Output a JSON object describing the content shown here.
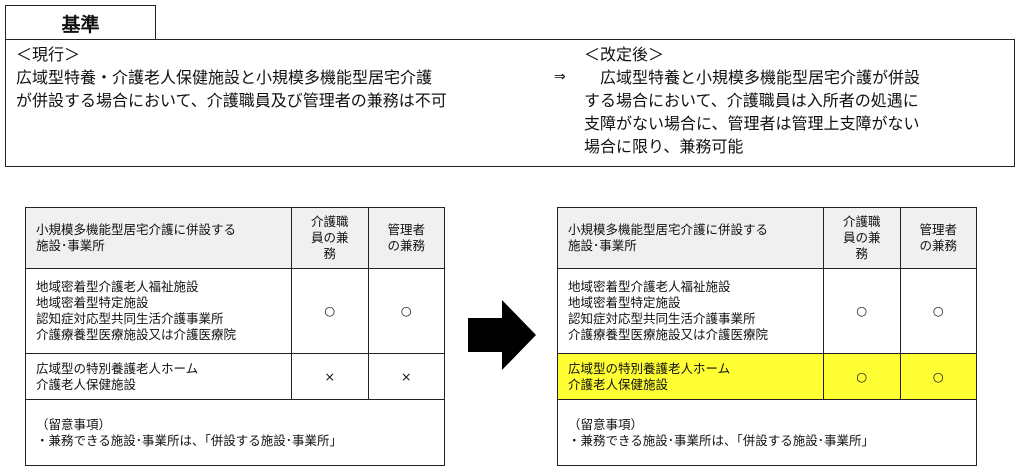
{
  "title": "基準",
  "current": {
    "heading": "＜現行＞",
    "lines": [
      "広域型特養・介護老人保健施設と小規模多機能型居宅介護",
      "が併設する場合において、介護職員及び管理者の兼務は不可"
    ]
  },
  "arrow": "⇒",
  "revised": {
    "heading": "＜改定後＞",
    "lines": [
      "　広域型特養と小規模多機能型居宅介護が併設",
      "する場合において、介護職員は入所者の処遇に",
      "支障がない場合に、管理者は管理上支障がない",
      "場合に限り、兼務可能"
    ]
  },
  "tables": [
    {
      "header": {
        "facility": [
          "小規模多機能型居宅介護に併設する",
          "施設･事業所"
        ],
        "staff": [
          "介護職",
          "員の兼",
          "務"
        ],
        "manager": [
          "管理者",
          "の兼務"
        ]
      },
      "rows": [
        {
          "facilities": [
            "地域密着型介護老人福祉施設",
            "地域密着型特定施設",
            "認知症対応型共同生活介護事業所",
            "介護療養型医療施設又は介護医療院"
          ],
          "staff": "○",
          "manager": "○"
        },
        {
          "facilities": [
            "広域型の特別養護老人ホーム",
            "介護老人保健施設"
          ],
          "staff": "×",
          "manager": "×"
        }
      ],
      "notes": [
        "（留意事項）",
        "・兼務できる施設･事業所は、「併設する施設･事業所」"
      ]
    },
    {
      "header": {
        "facility": [
          "小規模多機能型居宅介護に併設する",
          "施設･事業所"
        ],
        "staff": [
          "介護職",
          "員の兼",
          "務"
        ],
        "manager": [
          "管理者",
          "の兼務"
        ]
      },
      "rows": [
        {
          "facilities": [
            "地域密着型介護老人福祉施設",
            "地域密着型特定施設",
            "認知症対応型共同生活介護事業所",
            "介護療養型医療施設又は介護医療院"
          ],
          "staff": "○",
          "manager": "○"
        },
        {
          "facilities": [
            "広域型の特別養護老人ホーム",
            "介護老人保健施設"
          ],
          "staff": "○",
          "manager": "○",
          "highlight": "#ffff33"
        }
      ],
      "notes": [
        "（留意事項）",
        "・兼務できる施設･事業所は、「併設する施設･事業所」"
      ]
    }
  ]
}
